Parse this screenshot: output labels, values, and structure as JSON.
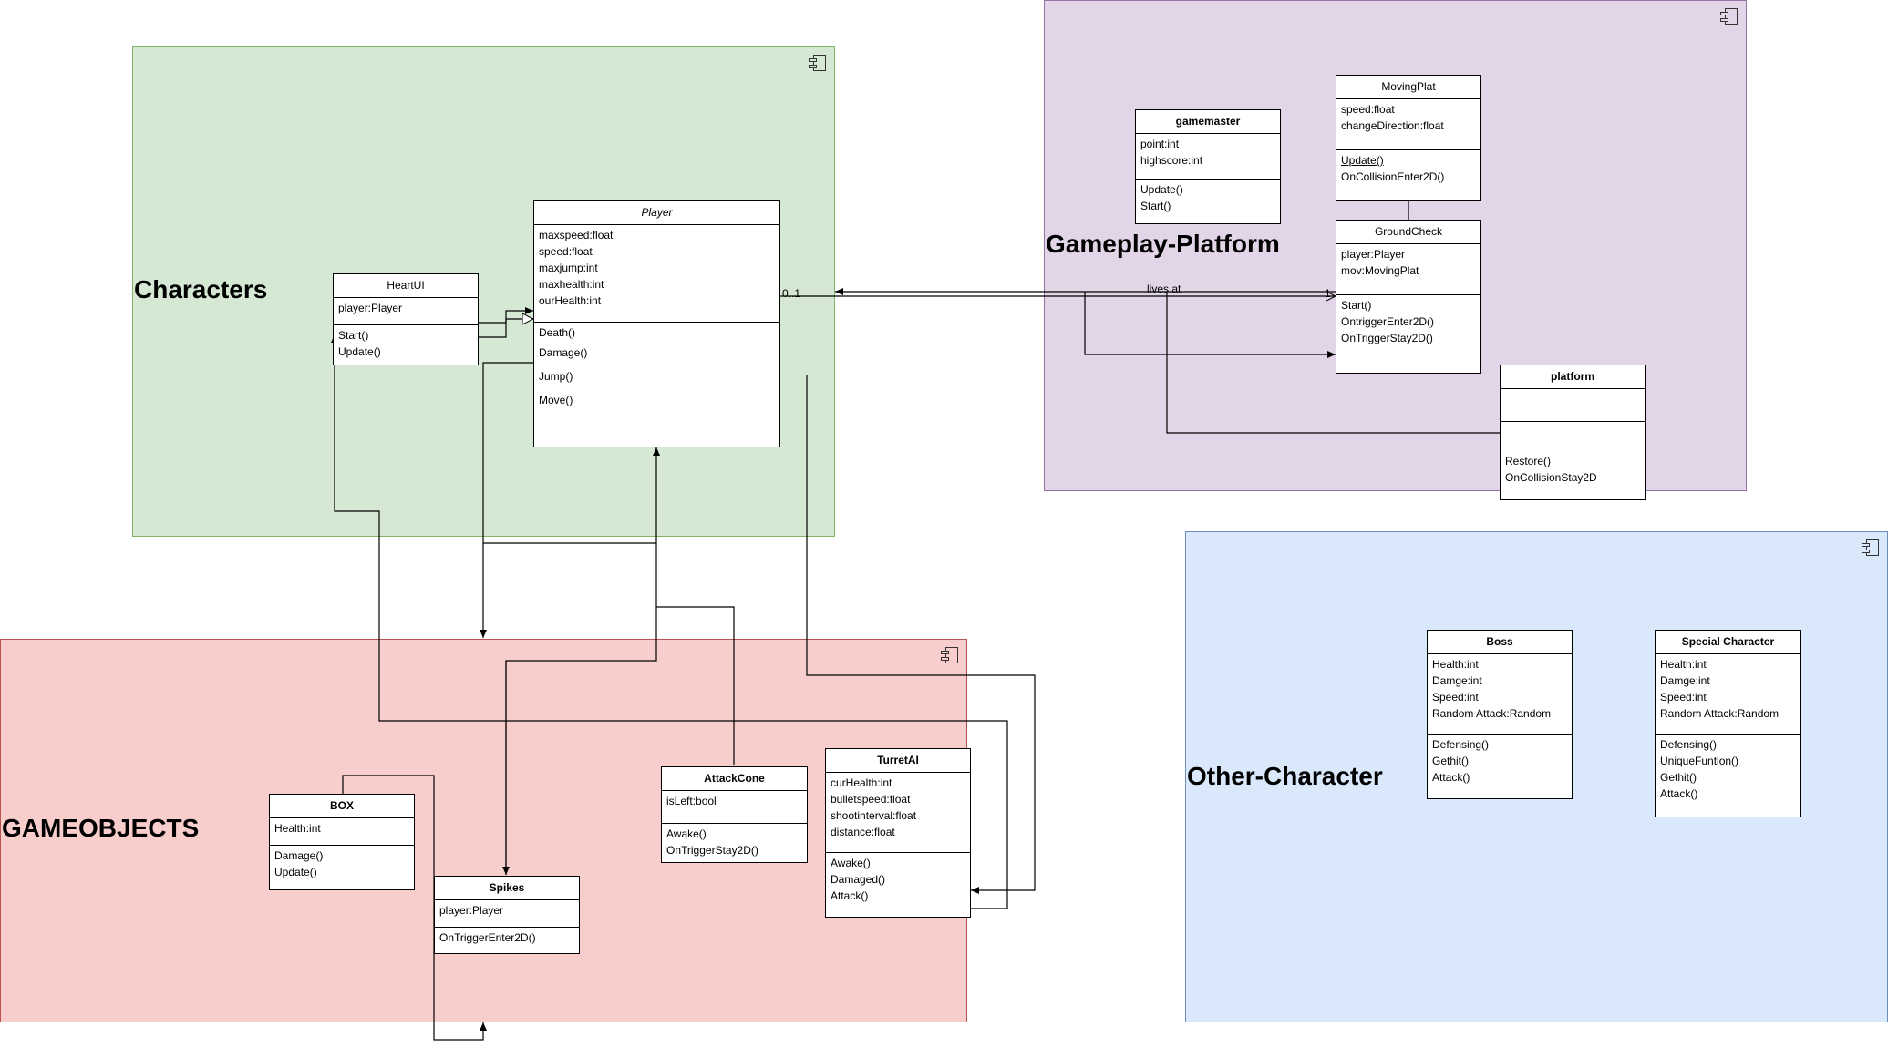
{
  "colors": {
    "characters_fill": "#d5e8d4",
    "characters_border": "#82b366",
    "platform_fill": "#e1d5e7",
    "platform_border": "#9673a6",
    "gameobjects_fill": "#f8cecc",
    "gameobjects_border": "#b85450",
    "other_fill": "#dae8fc",
    "other_border": "#6c8ebf"
  },
  "packages": {
    "characters": {
      "label": "Characters"
    },
    "platform": {
      "label": "Gameplay-Platform"
    },
    "gameobjects": {
      "label": "GAMEOBJECTS"
    },
    "other": {
      "label": "Other-Character"
    }
  },
  "classes": {
    "player": {
      "name": "Player",
      "attrs": [
        "maxspeed:float",
        "speed:float",
        "maxjump:int",
        "maxhealth:int",
        "ourHealth:int"
      ],
      "ops": [
        "Death()",
        "Damage()",
        "Jump()",
        "Move()"
      ]
    },
    "heartui": {
      "name": "HeartUI",
      "attrs": [
        "player:Player"
      ],
      "ops": [
        "Start()",
        "Update()"
      ]
    },
    "gamemaster": {
      "name": "gamemaster",
      "attrs": [
        "point:int",
        "highscore:int"
      ],
      "ops": [
        "Update()",
        "Start()"
      ]
    },
    "movingplat": {
      "name": "MovingPlat",
      "attrs": [
        "speed:float",
        "changeDirection:float"
      ],
      "ops": [
        "Update()",
        "OnCollisionEnter2D()"
      ]
    },
    "groundcheck": {
      "name": "GroundCheck",
      "attrs": [
        "player:Player",
        "mov:MovingPlat"
      ],
      "ops": [
        "Start()",
        "OntriggerEnter2D()",
        "OnTriggerStay2D()"
      ]
    },
    "platform": {
      "name": "platform",
      "attrs": [],
      "ops": [
        "Restore()",
        "OnCollisionStay2D"
      ]
    },
    "box": {
      "name": "BOX",
      "attrs": [
        "Health:int"
      ],
      "ops": [
        "Damage()",
        "Update()"
      ]
    },
    "spikes": {
      "name": "Spikes",
      "attrs": [
        "player:Player"
      ],
      "ops": [
        "OnTriggerEnter2D()"
      ]
    },
    "attackcone": {
      "name": "AttackCone",
      "attrs": [
        "isLeft:bool"
      ],
      "ops": [
        "Awake()",
        "OnTriggerStay2D()"
      ]
    },
    "turretai": {
      "name": "TurretAI",
      "attrs": [
        "curHealth:int",
        "bulletspeed:float",
        "shootinterval:float",
        "distance:float"
      ],
      "ops": [
        "Awake()",
        "Damaged()",
        "Attack()"
      ]
    },
    "boss": {
      "name": "Boss",
      "attrs": [
        "Health:int",
        "Damge:int",
        "Speed:int",
        "Random Attack:Random"
      ],
      "ops": [
        "Defensing()",
        "Gethit()",
        "Attack()"
      ]
    },
    "special": {
      "name": "Special Character",
      "attrs": [
        "Health:int",
        "Damge:int",
        "Speed:int",
        "Random Attack:Random"
      ],
      "ops": [
        "Defensing()",
        "UniqueFuntion()",
        "Gethit()",
        "Attack()"
      ]
    }
  },
  "edges": {
    "lives_at": "lives at",
    "mult_player": "0..1",
    "mult_ground": "1"
  }
}
